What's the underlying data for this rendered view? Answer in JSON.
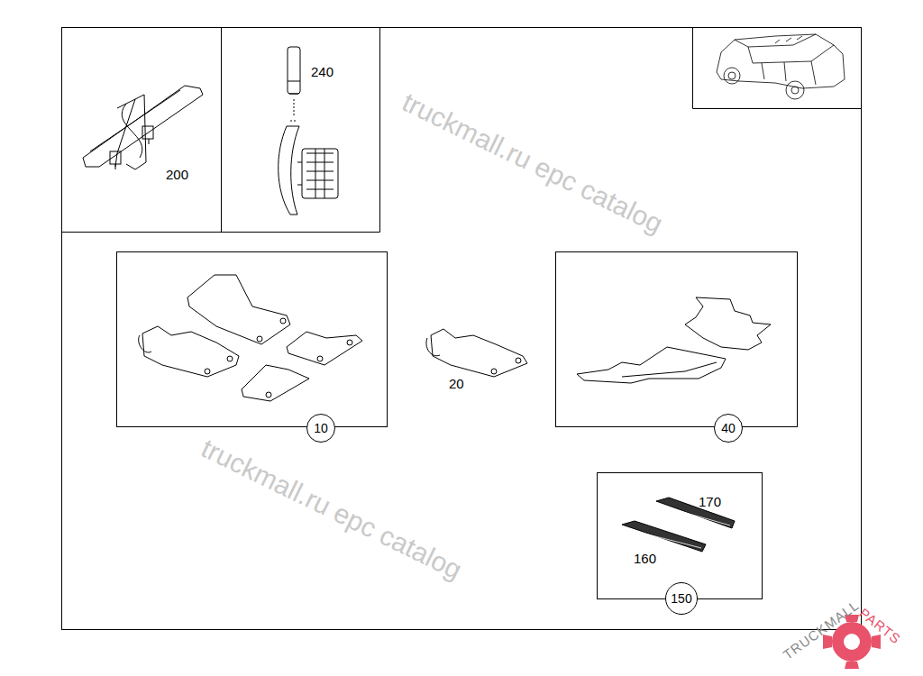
{
  "diagram": {
    "nodes": [
      {
        "text": [
          "10"
        ]
      },
      {
        "text": [
          "40"
        ]
      },
      {
        "text": [
          "150"
        ]
      }
    ],
    "labels": [
      "200",
      "240",
      "20",
      "170",
      "160",
      "truckmall.ru epc catalog",
      "truckmall.ru epc catalog",
      "TRUCKMALL",
      "PARTS"
    ]
  }
}
